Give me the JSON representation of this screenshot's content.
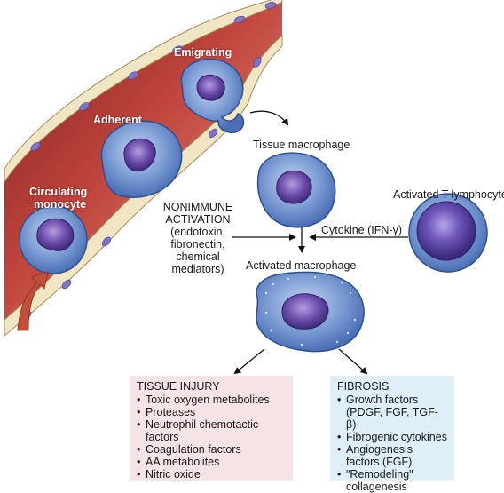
{
  "labels": {
    "emigrating": "Emigrating",
    "adherent": "Adherent",
    "circulating_1": "Circulating",
    "circulating_2": "monocyte",
    "tissue_macrophage": "Tissue macrophage",
    "activated_t": "Activated T lymphocyte",
    "nonimmune": [
      "NONIMMUNE",
      "ACTIVATION",
      "(endotoxin,",
      "fibronectin,",
      "chemical",
      "mediators)"
    ],
    "cytokine": "Cytokine (IFN-γ)",
    "activated_macrophage": "Activated macrophage"
  },
  "tissue_injury": {
    "title": "TISSUE INJURY",
    "items": [
      "Toxic oxygen metabolites",
      "Proteases",
      "Neutrophil chemotactic",
      "factors",
      "Coagulation factors",
      "AA metabolites",
      "Nitric oxide"
    ]
  },
  "fibrosis": {
    "title": "FIBROSIS",
    "items": [
      "Growth factors",
      "(PDGF, FGF, TGF-β)",
      "Fibrogenic cytokines",
      "Angiogenesis",
      "factors (FGF)",
      "\"Remodeling\"",
      "collagenesis"
    ]
  },
  "colors": {
    "vessel_lumen": "#b83a34",
    "vessel_wall": "#f1e6c4",
    "endothelial_nucleus": "#7f73c6",
    "cell_body": "#5f86c8",
    "cell_nucleus": "#5b3f9a",
    "injury_box": "#f6e3e6",
    "fibrosis_box": "#deeffa",
    "entry_arrow": "#c0503a"
  }
}
